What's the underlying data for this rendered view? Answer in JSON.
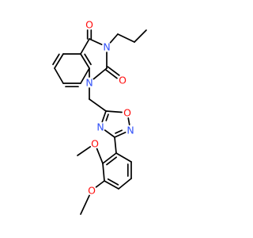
{
  "colors": {
    "bond": "#000000",
    "oxygen": "#ff0d0d",
    "nitrogen": "#3050f8",
    "background": "#ffffff"
  },
  "atoms": {
    "o_c4": {
      "text": "O",
      "element": "oxygen"
    },
    "n3": {
      "text": "N",
      "element": "nitrogen"
    },
    "o_c2": {
      "text": "O",
      "element": "oxygen"
    },
    "n1": {
      "text": "N",
      "element": "nitrogen"
    },
    "o_ring": {
      "text": "O",
      "element": "oxygen"
    },
    "n_ring_upper": {
      "text": "N",
      "element": "nitrogen"
    },
    "n_ring_lower": {
      "text": "N",
      "element": "nitrogen"
    },
    "o_methoxy_2": {
      "text": "O",
      "element": "oxygen"
    },
    "o_methoxy_3": {
      "text": "O",
      "element": "oxygen"
    }
  }
}
